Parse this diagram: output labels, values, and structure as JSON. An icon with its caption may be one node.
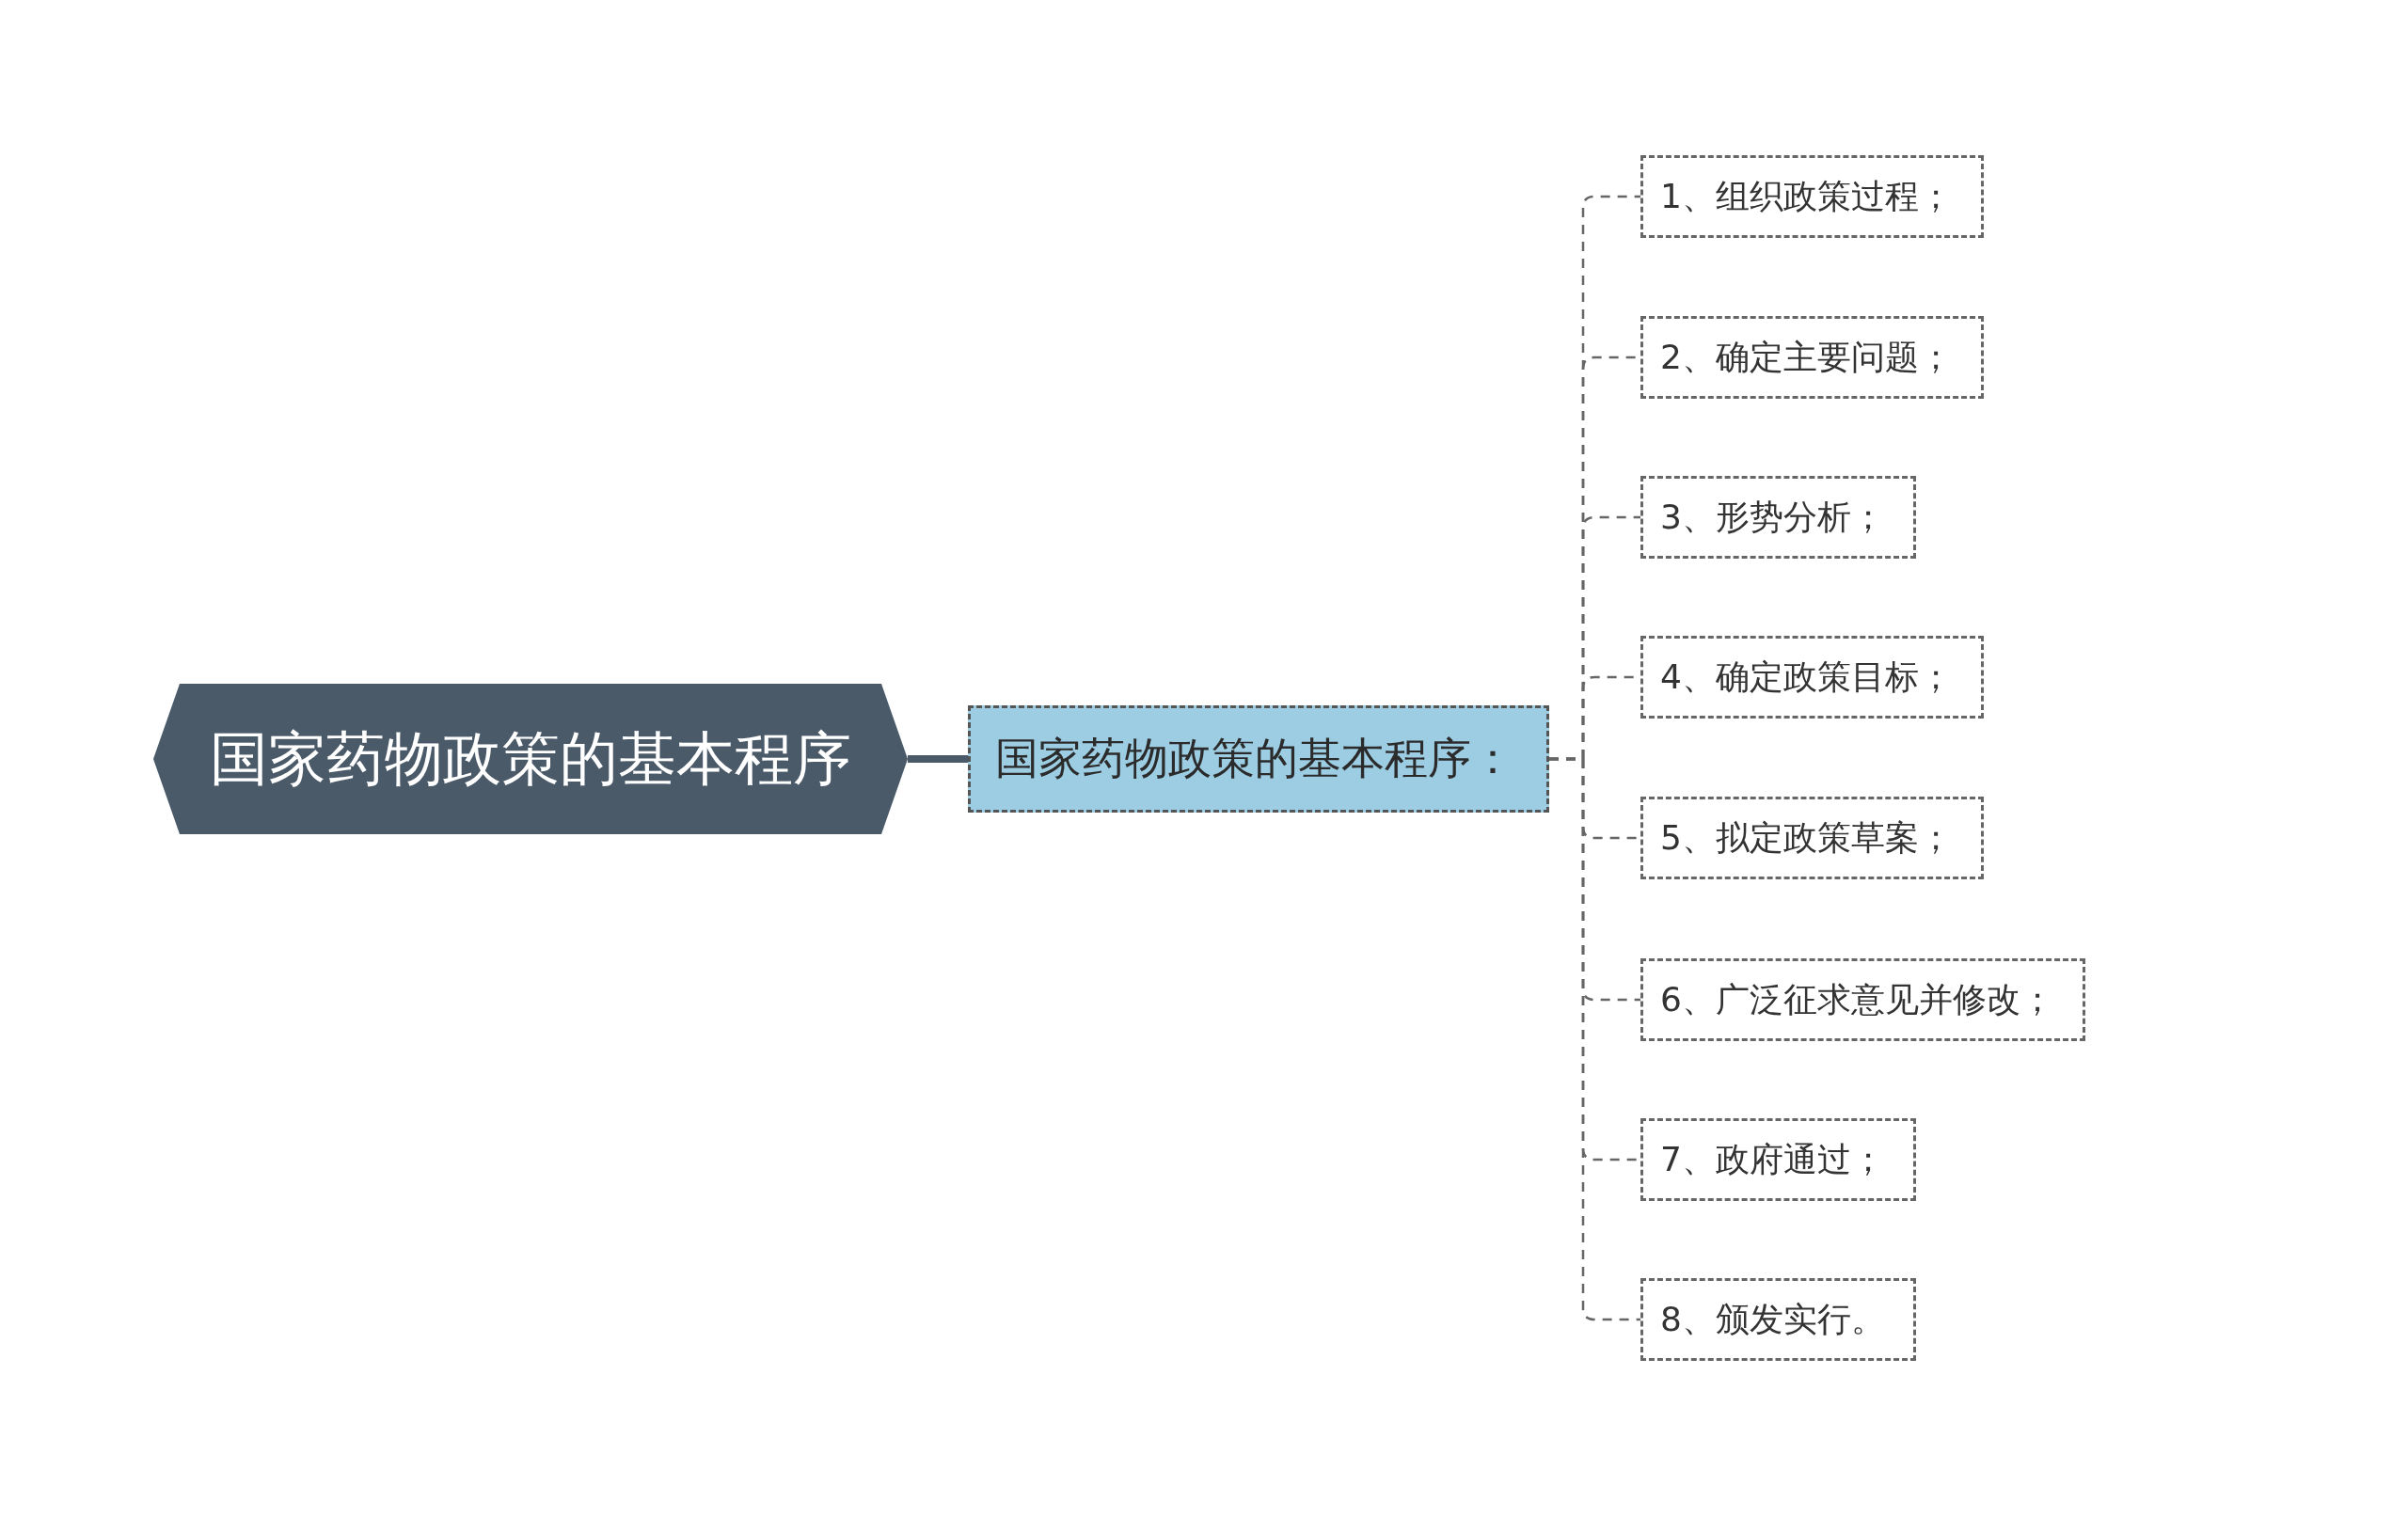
{
  "diagram": {
    "nodes": [
      {
        "text": [
          "国家药物政策的基本程序"
        ]
      },
      {
        "text": [
          "国家药物政策的基本程序："
        ]
      },
      {
        "text": [
          "1、组织政策过程；"
        ]
      },
      {
        "text": [
          "2、确定主要问题；"
        ]
      },
      {
        "text": [
          "3、形势分析；"
        ]
      },
      {
        "text": [
          "4、确定政策目标；"
        ]
      },
      {
        "text": [
          "5、拟定政策草案；"
        ]
      },
      {
        "text": [
          "6、广泛征求意见并修改；"
        ]
      },
      {
        "text": [
          "7、政府通过；"
        ]
      },
      {
        "text": [
          "8、颁发实行。"
        ]
      }
    ],
    "edges": [
      {
        "from": 0,
        "to": 1,
        "arrow": "none",
        "style": "thick",
        "color": "#4b5a69"
      },
      {
        "from": 1,
        "to": 2,
        "arrow": "none",
        "style": "dashed"
      },
      {
        "from": 1,
        "to": 3,
        "arrow": "none",
        "style": "dashed"
      },
      {
        "from": 1,
        "to": 4,
        "arrow": "none",
        "style": "dashed"
      },
      {
        "from": 1,
        "to": 5,
        "arrow": "none",
        "style": "dashed"
      },
      {
        "from": 1,
        "to": 6,
        "arrow": "none",
        "style": "dashed"
      },
      {
        "from": 1,
        "to": 7,
        "arrow": "none",
        "style": "dashed"
      },
      {
        "from": 1,
        "to": 8,
        "arrow": "none",
        "style": "dashed"
      },
      {
        "from": 1,
        "to": 9,
        "arrow": "none",
        "style": "dashed"
      }
    ]
  }
}
